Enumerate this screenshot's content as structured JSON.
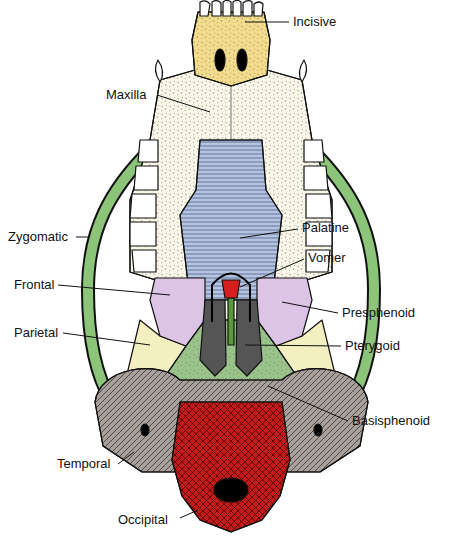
{
  "diagram": {
    "labels": [
      "Incisive",
      "Maxilla",
      "Palatine",
      "Zygomatic",
      "Vomer",
      "Frontal",
      "Presphenoid",
      "Parietal",
      "Pterygoid",
      "Basisphenoid",
      "Temporal",
      "Occipital"
    ]
  }
}
